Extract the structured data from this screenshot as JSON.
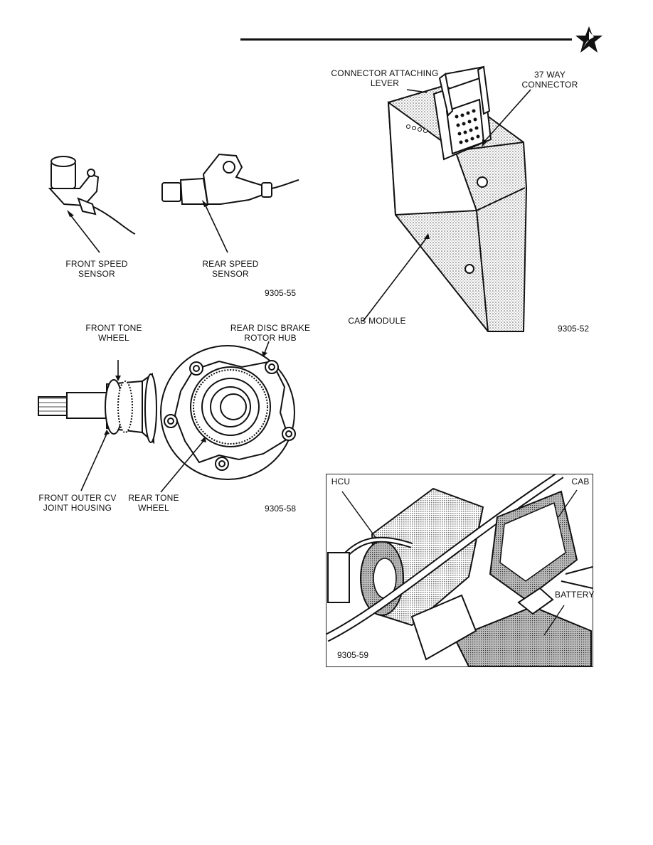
{
  "header": {
    "logo_icon": "pentastar-icon"
  },
  "figures": {
    "sensors": {
      "front_label_line1": "FRONT SPEED",
      "front_label_line2": "SENSOR",
      "rear_label_line1": "REAR SPEED",
      "rear_label_line2": "SENSOR",
      "figure_number": "9305-55"
    },
    "tone_wheels": {
      "front_tone_line1": "FRONT TONE",
      "front_tone_line2": "WHEEL",
      "rotor_hub_line1": "REAR DISC BRAKE",
      "rotor_hub_line2": "ROTOR HUB",
      "cv_joint_line1": "FRONT OUTER CV",
      "cv_joint_line2": "JOINT HOUSING",
      "rear_tone_line1": "REAR TONE",
      "rear_tone_line2": "WHEEL",
      "figure_number": "9305-58"
    },
    "cab_module": {
      "lever_line1": "CONNECTOR ATTACHING",
      "lever_line2": "LEVER",
      "connector_line1": "37 WAY",
      "connector_line2": "CONNECTOR",
      "module_label": "CAB MODULE",
      "figure_number": "9305-52"
    },
    "engine_bay": {
      "hcu_label": "HCU",
      "cab_label": "CAB",
      "battery_label": "BATTERY",
      "figure_number": "9305-59"
    }
  }
}
